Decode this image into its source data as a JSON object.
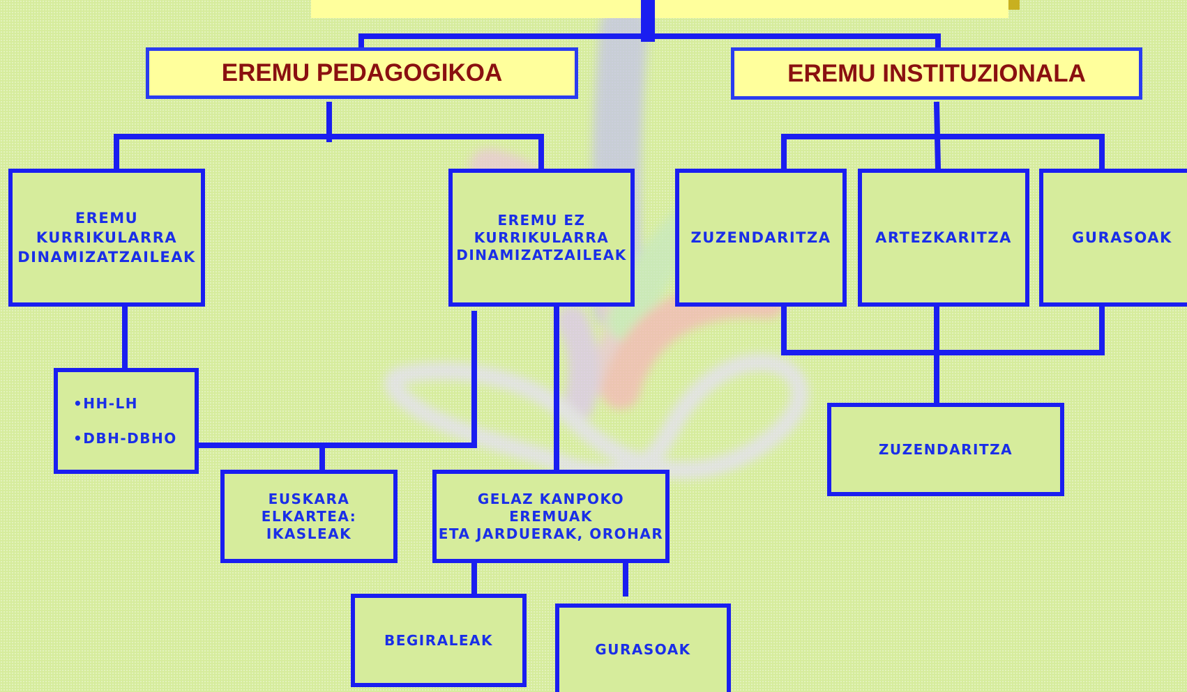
{
  "colors": {
    "background": "#d6ec9c",
    "box_border": "#1a1ef0",
    "box_text": "#1a2ee8",
    "header_fill": "#ffff9c",
    "header_text": "#8a1010"
  },
  "branches": {
    "pedagogical": {
      "label": "EREMU PEDAGOGIKOA"
    },
    "institutional": {
      "label": "EREMU INSTITUZIONALA"
    }
  },
  "nodes": {
    "curricular": "EREMU\nKURRIKULARRA\nDINAMIZATZAILEAK",
    "non_curricular": "EREMU EZ\nKURRIKULARRA\nDINAMIZATZAILEAK",
    "levels": [
      "•HH-LH",
      "•DBH-DBHO"
    ],
    "euskara_elkartea": "EUSKARA ELKARTEA:\nIKASLEAK",
    "outside_class": "GELAZ KANPOKO EREMUAK\nETA JARDUERAK, OROHAR",
    "begiraleak": "BEGIRALEAK",
    "gurasoak_bottom": "GURASOAK",
    "zuzendaritza": "ZUZENDARITZA",
    "artezkaritza": "ARTEZKARITZA",
    "gurasoak_inst": "GURASOAK",
    "zuzendaritza_bottom": "ZUZENDARITZA"
  }
}
